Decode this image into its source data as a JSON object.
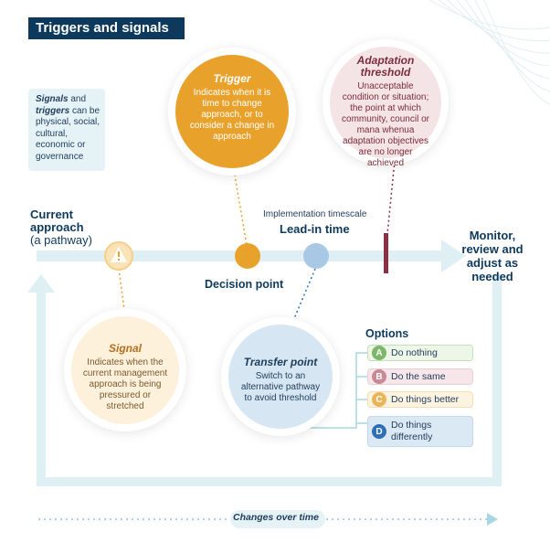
{
  "title": "Triggers and signals",
  "note": {
    "signals_word": "Signals",
    "and_word": "and",
    "triggers_word": "triggers",
    "rest": "can be physical, social, cultural, economic or governance"
  },
  "trigger": {
    "title": "Trigger",
    "desc": "Indicates when it is time to change approach, or to consider a change in approach"
  },
  "adaptation_threshold": {
    "title": "Adaptation threshold",
    "desc": "Unacceptable condition or situation; the point at which community, council or mana whenua adaptation objectives are no longer achieved"
  },
  "signal": {
    "title": "Signal",
    "desc": "Indicates when the current management approach is being pressured or stretched"
  },
  "transfer_point": {
    "title": "Transfer point",
    "desc": "Switch to an alternative pathway to avoid threshold"
  },
  "current_approach": {
    "line1": "Current",
    "line2": "approach",
    "line3": "(a pathway)"
  },
  "monitor": "Monitor, review and adjust as needed",
  "decision_point": "Decision point",
  "implementation_timescale": "Implementation timescale",
  "lead_in_time": "Lead-in time",
  "options": {
    "heading": "Options",
    "items": [
      {
        "letter": "A",
        "label": "Do nothing",
        "badge": "#7cb86a",
        "bg": "#eef6e8",
        "border": "#c5e0b8"
      },
      {
        "letter": "B",
        "label": "Do the same",
        "badge": "#c98a96",
        "bg": "#f6e6e9",
        "border": "#ead0d5"
      },
      {
        "letter": "C",
        "label": "Do things better",
        "badge": "#eab55a",
        "bg": "#fdf3e1",
        "border": "#f4dfb5"
      },
      {
        "letter": "D",
        "label": "Do things differently",
        "badge": "#2f6fb5",
        "bg": "#dbe9f5",
        "border": "#c2d8ec"
      }
    ]
  },
  "changes_over_time": "Changes over time",
  "colors": {
    "navy": "#0d3a5c",
    "flow": "#dff0f4",
    "trigger": "#e8a22c",
    "threshold": "#8b2f45",
    "transfer": "#a9c8e6"
  },
  "icons": {
    "signal_marker": "warning-triangle-icon"
  }
}
